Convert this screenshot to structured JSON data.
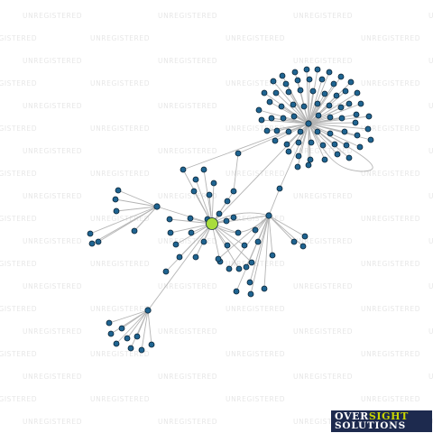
{
  "watermark": {
    "text": "UNREGISTERED",
    "color": "#e7e7e7"
  },
  "logo": {
    "line1_part1": "OVER",
    "line1_part2": "SIGHT",
    "line2": "SOLUTIONS",
    "bg_color": "#1d2a4e",
    "accent_color": "#c8d400"
  },
  "network": {
    "node_color": "#1f6491",
    "node_outline": "#0b2436",
    "focus_node_color": "#a8dc3c",
    "edge_color": "#b4b4b4",
    "node_count": 141,
    "edge_count": 142
  }
}
